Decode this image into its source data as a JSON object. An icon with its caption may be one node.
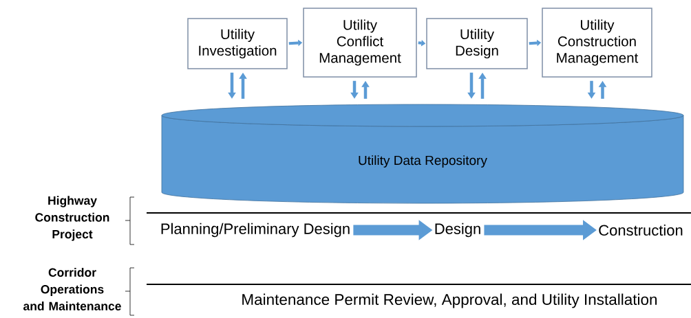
{
  "diagram": {
    "nodes": [
      {
        "text": [
          "Utility Investigation"
        ]
      },
      {
        "text": [
          "Utility Conflict Management"
        ]
      },
      {
        "text": [
          "Utility Design"
        ]
      },
      {
        "text": [
          "Utility Construction Management"
        ]
      },
      {
        "text": [
          "Utility Data Repository"
        ]
      },
      {
        "text": [
          "Planning/Preliminary Design"
        ]
      },
      {
        "text": [
          "Design"
        ]
      },
      {
        "text": [
          "Construction"
        ]
      }
    ],
    "edges": [
      {
        "from": 0,
        "to": 1,
        "arrow": "to"
      },
      {
        "from": 1,
        "to": 2,
        "arrow": "to"
      },
      {
        "from": 2,
        "to": 3,
        "arrow": "to"
      },
      {
        "from": 0,
        "to": 4,
        "arrow": "to"
      },
      {
        "from": 4,
        "to": 0,
        "arrow": "to"
      },
      {
        "from": 1,
        "to": 4,
        "arrow": "to"
      },
      {
        "from": 4,
        "to": 1,
        "arrow": "to"
      },
      {
        "from": 2,
        "to": 4,
        "arrow": "to"
      },
      {
        "from": 4,
        "to": 2,
        "arrow": "to"
      },
      {
        "from": 3,
        "to": 4,
        "arrow": "to"
      },
      {
        "from": 4,
        "to": 3,
        "arrow": "to"
      },
      {
        "from": 5,
        "to": 6,
        "arrow": "to",
        "style": "thick"
      },
      {
        "from": 6,
        "to": 7,
        "arrow": "to",
        "style": "thick"
      }
    ],
    "labels": [
      "Highway Construction Project",
      "Corridor Operations and Maintenance",
      "Maintenance Permit Review, Approval, and Utility Installation"
    ]
  }
}
